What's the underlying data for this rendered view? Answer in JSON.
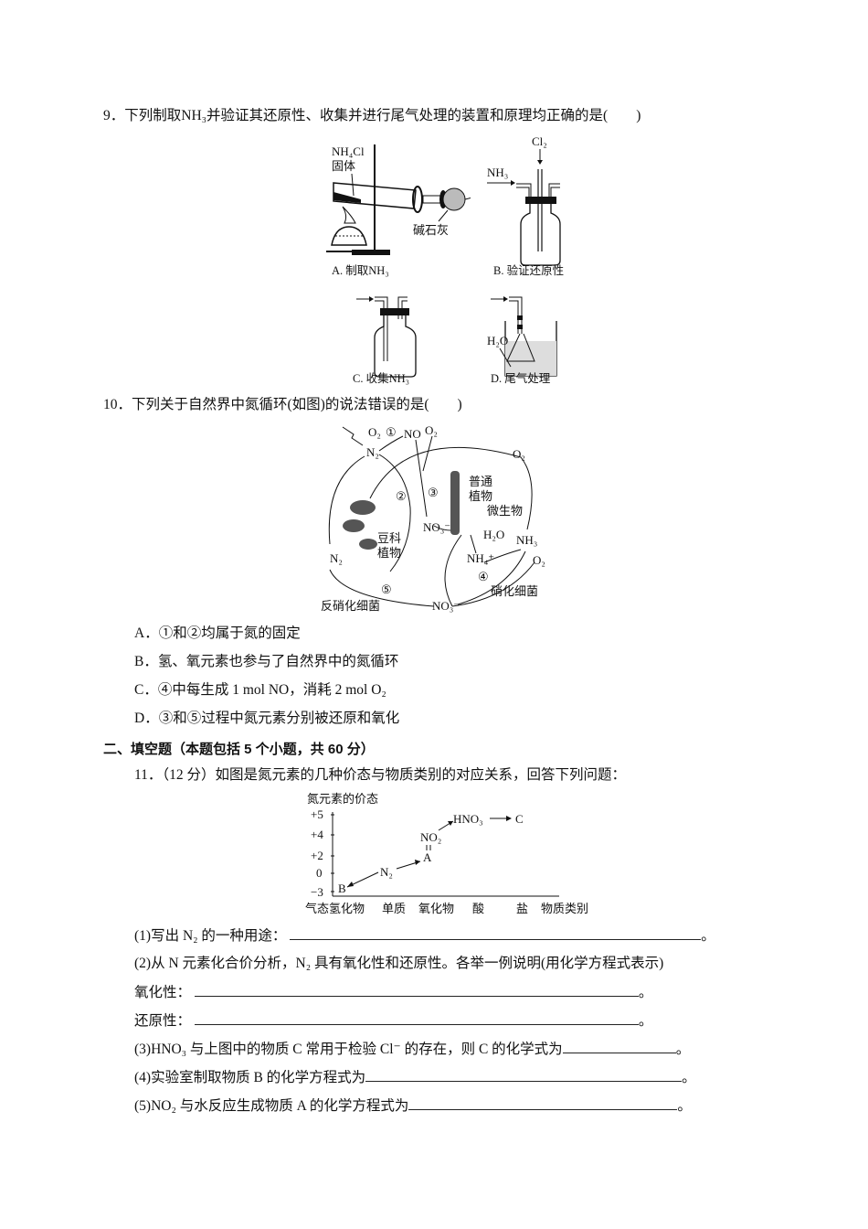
{
  "q9": {
    "number": "9．",
    "stem": "下列制取NH₃并验证其还原性、收集并进行尾气处理的装置和原理均正确的是(　　)",
    "figures": {
      "A": {
        "caption": "A. 制取NH₃",
        "label_reagent": "NH₄Cl",
        "label_solid": "固体",
        "label_lime": "碱石灰"
      },
      "B": {
        "caption": "B. 验证还原性",
        "label_cl2": "Cl₂",
        "label_nh3": "NH₃"
      },
      "C": {
        "caption": "C. 收集NH₃"
      },
      "D": {
        "caption": "D. 尾气处理",
        "label_water": "H₂O"
      }
    }
  },
  "q10": {
    "number": "10．",
    "stem": "下列关于自然界中氮循环(如图)的说法错误的是(　　)",
    "diagram": {
      "o2_1": "O₂",
      "step1": "①",
      "no": "NO",
      "o2_2": "O₂",
      "n2_top": "N₂",
      "step2": "②",
      "step3": "③",
      "o2_right": "O₂",
      "plant_normal": [
        "普通",
        "植物"
      ],
      "microbe": "微生物",
      "no3_mid": "NO₃⁻",
      "h2o": "H₂O",
      "nh3": "NH₃",
      "legume": [
        "豆科",
        "植物"
      ],
      "nh4": "NH₄⁺",
      "o2_low": "O₂",
      "n2_left": "N₂",
      "step4": "④",
      "step5": "⑤",
      "denitrify": "反硝化细菌",
      "no3_bottom": "NO₃⁻",
      "nitrify": "硝化细菌"
    },
    "options": [
      {
        "label": "A．",
        "text": "①和②均属于氮的固定"
      },
      {
        "label": "B．",
        "text": "氢、氧元素也参与了自然界中的氮循环"
      },
      {
        "label": "C．",
        "text": "④中每生成 1 mol NO，消耗 2 mol O₂"
      },
      {
        "label": "D．",
        "text": "③和⑤过程中氮元素分别被还原和氧化"
      }
    ]
  },
  "section2": {
    "title": "二、填空题（本题包括 5 个小题，共 60 分）"
  },
  "q11": {
    "stem": "11．（12 分）如图是氮元素的几种价态与物质类别的对应关系，回答下列问题：",
    "chart": {
      "ylabel": "氮元素的价态",
      "yticks": [
        "+5",
        "+4",
        "+2",
        "0",
        "−3"
      ],
      "xticks": [
        "气态氢化物",
        "单质",
        "氧化物",
        "酸",
        "盐"
      ],
      "xlabel": "物质类别",
      "points": {
        "B": "B",
        "N2": "N₂",
        "A": "A",
        "NO2": "NO₂",
        "HNO3": "HNO₃",
        "C": "C"
      }
    },
    "sub1": {
      "prefix": "(1)写出 N₂ 的一种用途：",
      "suffix": "。"
    },
    "sub2": {
      "text": "(2)从 N 元素化合价分析，N₂ 具有氧化性和还原性。各举一例说明(用化学方程式表示)"
    },
    "oxid": {
      "prefix": "氧化性：",
      "suffix": "。"
    },
    "redu": {
      "prefix": "还原性：",
      "suffix": "。"
    },
    "sub3": {
      "prefix": "(3)HNO₃ 与上图中的物质 C 常用于检验 Cl⁻ 的存在，则 C 的化学式为",
      "suffix": "。"
    },
    "sub4": {
      "prefix": "(4)实验室制取物质 B 的化学方程式为",
      "suffix": "。"
    },
    "sub5": {
      "prefix": "(5)NO₂ 与水反应生成物质 A 的化学方程式为",
      "suffix": "。"
    }
  }
}
